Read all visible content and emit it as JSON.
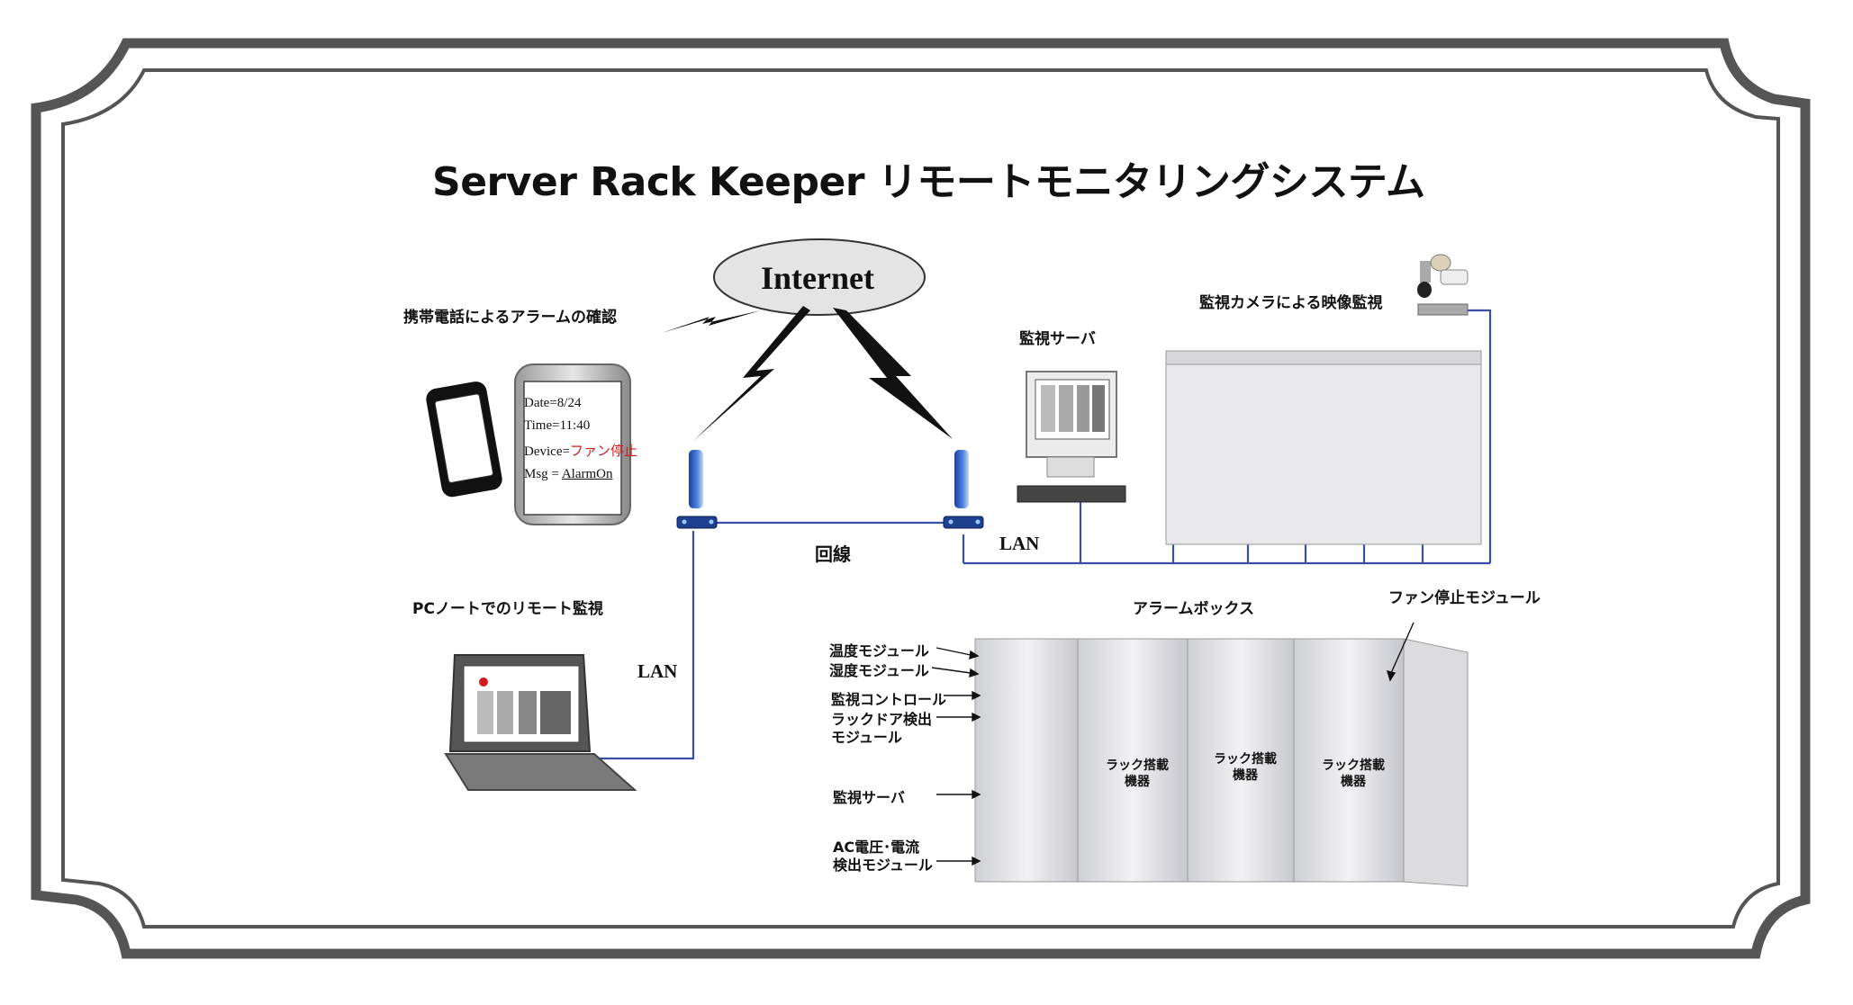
{
  "title": "Server Rack Keeper リモートモニタリングシステム",
  "internet_label": "Internet",
  "labels": {
    "mobile_alarm": "携帯電話によるアラームの確認",
    "monitor_server_top": "監視サーバ",
    "camera_monitoring": "監視カメラによる映像監視",
    "line": "回線",
    "lan_right": "LAN",
    "lan_left": "LAN",
    "pc_remote": "PCノートでのリモート監視",
    "alarm_box": "アラームボックス",
    "fan_stop_module": "ファン停止モジュール"
  },
  "phone_screen": {
    "date": "Date=8/24",
    "time": "Time=11:40",
    "device_prefix": "Device=",
    "device_value": "ファン停止",
    "msg_prefix": "Msg = ",
    "msg_value": "AlarmOn"
  },
  "rack_callouts": {
    "temperature": "温度モジュール",
    "humidity": "湿度モジュール",
    "monitor_control": "監視コントロール",
    "rack_door_1": "ラックドア検出",
    "rack_door_2": "モジュール",
    "monitor_server": "監視サーバ",
    "ac_1": "AC電圧･電流",
    "ac_2": "検出モジュール"
  },
  "rack_equipment": [
    "ラック搭載",
    "機器"
  ],
  "colors": {
    "frame": "#555555",
    "network_line": "#3a4ea8",
    "cabinet": "#e8e8ea",
    "alarm_red": "#d21a1a"
  }
}
